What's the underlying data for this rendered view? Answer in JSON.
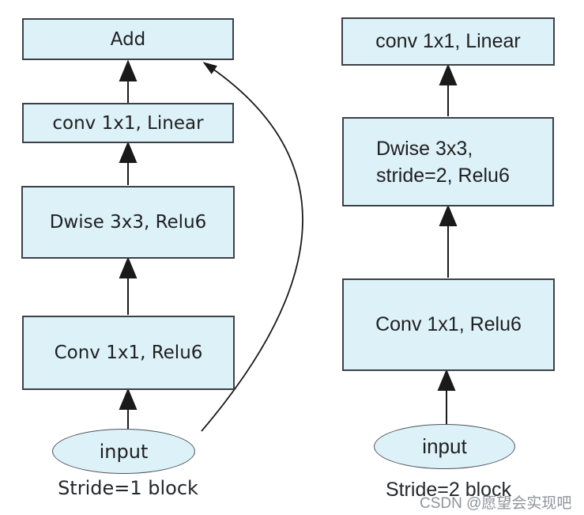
{
  "left_block": {
    "caption": "Stride=1 block",
    "add_label": "Add",
    "conv_linear_label": "conv 1x1, Linear",
    "dwise_label": "Dwise 3x3, Relu6",
    "conv_relu_label": "Conv 1x1, Relu6",
    "input_label": "input"
  },
  "right_block": {
    "caption": "Stride=2 block",
    "conv_linear_label": "conv 1x1, Linear",
    "dwise_label_line1": "Dwise 3x3,",
    "dwise_label_line2": "stride=2, Relu6",
    "conv_relu_label": "Conv 1x1, Relu6",
    "input_label": "input"
  },
  "watermark": "CSDN @愿望会实现吧",
  "edges": [
    {
      "from": "input-1",
      "to": "conv-relu-1",
      "style": "arrow"
    },
    {
      "from": "conv-relu-1",
      "to": "dwise-1",
      "style": "arrow"
    },
    {
      "from": "dwise-1",
      "to": "conv-linear-1",
      "style": "arrow"
    },
    {
      "from": "conv-linear-1",
      "to": "add",
      "style": "arrow"
    },
    {
      "from": "input-1",
      "to": "add",
      "style": "curved-skip-connection"
    },
    {
      "from": "input-2",
      "to": "conv-relu-2",
      "style": "arrow"
    },
    {
      "from": "conv-relu-2",
      "to": "dwise-stride2",
      "style": "arrow"
    },
    {
      "from": "dwise-stride2",
      "to": "conv-linear-2",
      "style": "arrow"
    }
  ],
  "colors": {
    "node_fill": "#ddf1f9",
    "node_border": "#3c4146",
    "edge": "#1a1a1a",
    "text": "#1f1f1f",
    "watermark": "#8e949b",
    "background": "#ffffff"
  }
}
